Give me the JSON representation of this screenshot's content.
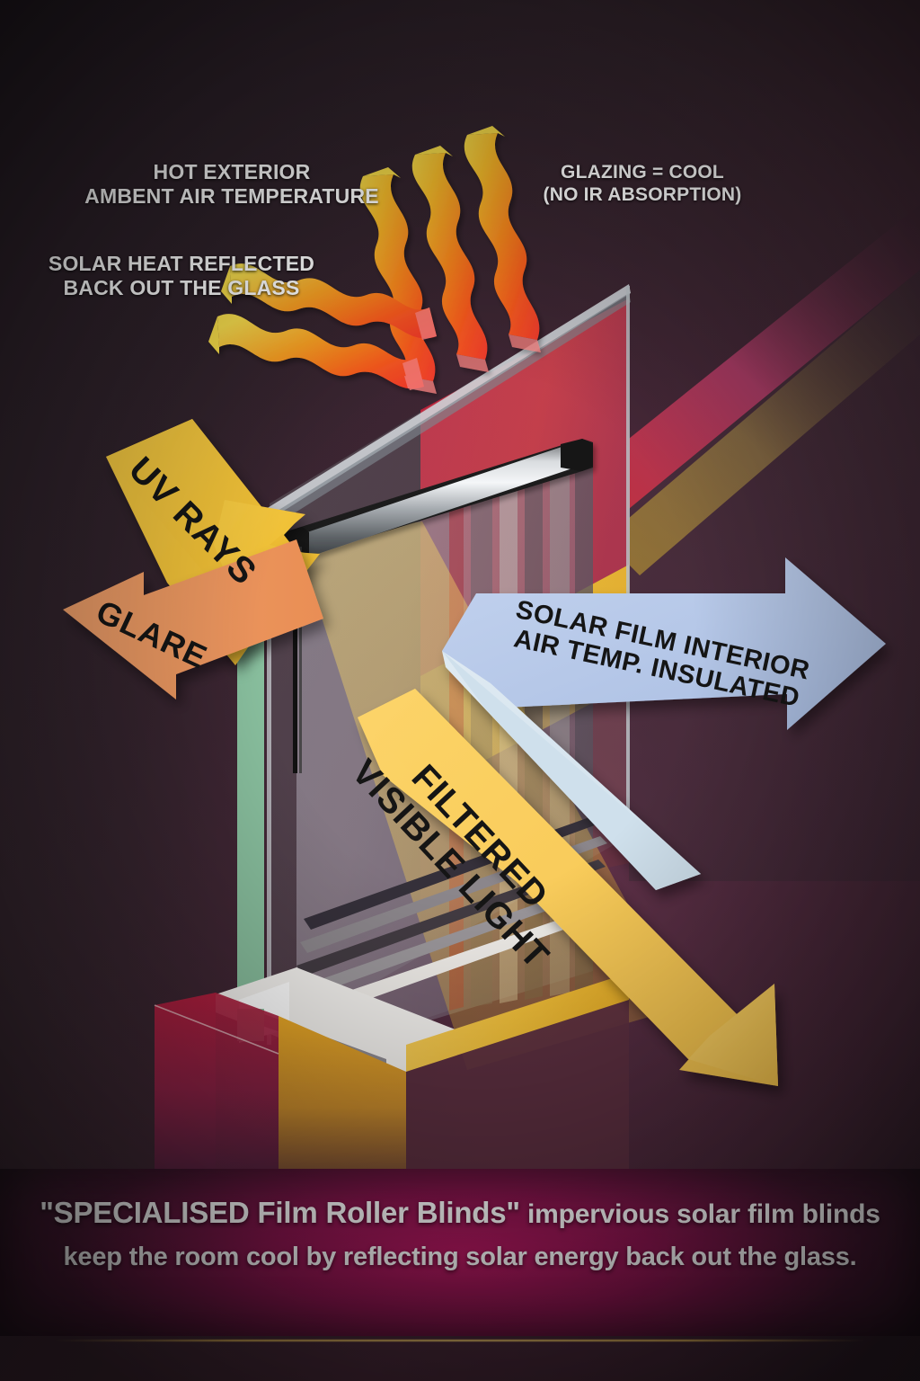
{
  "poster": {
    "background_color": "#2b2128",
    "labels": {
      "hot_exterior": "HOT EXTERIOR\nAMBENT AIR TEMPERATURE",
      "glazing_cool": "GLAZING = COOL\n(NO IR ABSORPTION)",
      "solar_reflected": "SOLAR HEAT REFLECTED\nBACK OUT THE GLASS"
    },
    "arrows": [
      {
        "name": "uv-rays",
        "label": "UV RAYS",
        "color": "#f3c53f",
        "direction": "down-right"
      },
      {
        "name": "glare",
        "label": "GLARE",
        "color": "#ef9a62",
        "direction": "left"
      },
      {
        "name": "filtered-visible-light",
        "label": "FILTERED\nVISIBLE LIGHT",
        "color": "#fbcf60",
        "direction": "down-right"
      },
      {
        "name": "solar-film-interior",
        "label": "SOLAR FILM INTERIOR\nAIR TEMP. INSULATED",
        "color": "#b7c9e9",
        "direction": "right"
      }
    ],
    "heat_waves": {
      "name": "reflected-heat-waves",
      "count": 5,
      "gradient_from": "#e8332a",
      "gradient_to": "#f7d84a"
    },
    "scene": {
      "glass_pane": "#cfe4df",
      "glass_edge": "#8ecba6",
      "wall_red": "#b8203c",
      "wall_gold": "#e8b82a",
      "frame_white": "#f2f0ee",
      "roller_tube": "#c9cbcd",
      "roller_endcap": "#191919",
      "blind_fabric": "#8d7d8c"
    },
    "caption": {
      "line1_strong": "\"SPECIALISED Film Roller Blinds\"",
      "line1_rest": " impervious solar film blinds",
      "line2": "keep the room cool by reflecting solar energy back out the glass.",
      "band_color": "#bd1864",
      "rule_color": "#f0ca6e"
    }
  }
}
